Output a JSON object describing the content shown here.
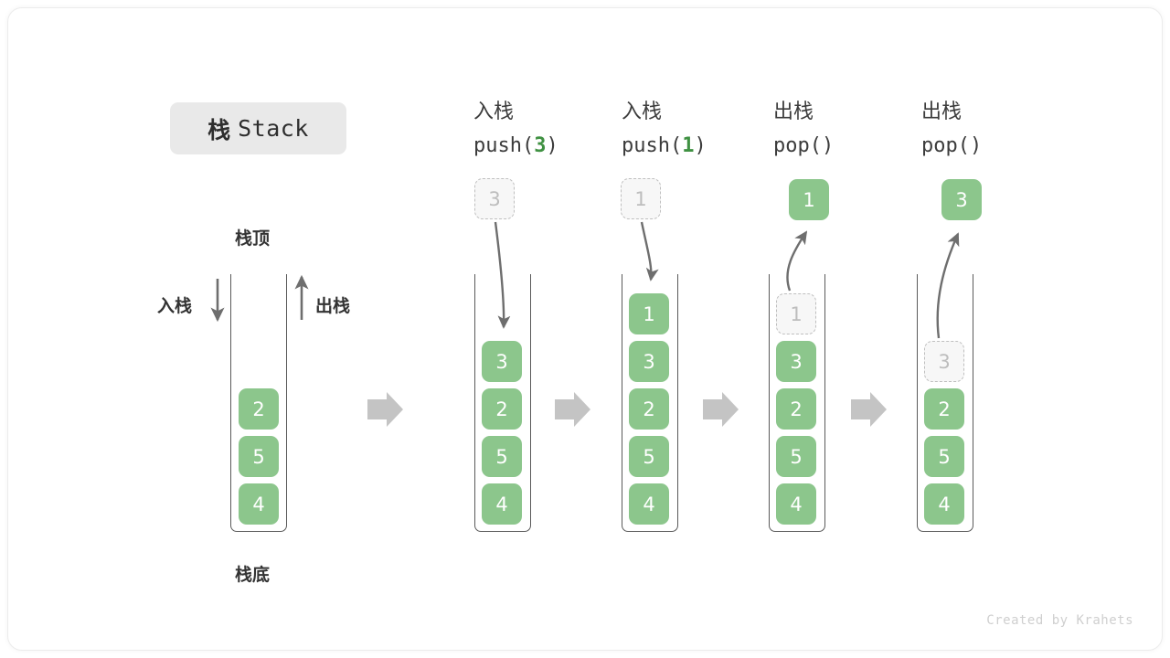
{
  "title": {
    "cn": "栈",
    "en": "Stack"
  },
  "labels": {
    "top": "栈顶",
    "bottom": "栈底",
    "push_side": "入栈",
    "pop_side": "出栈"
  },
  "watermark": "Created by Krahets",
  "colors": {
    "cell_fill": "#8cc68c",
    "cell_text": "#ffffff",
    "ghost_fill": "#f7f7f7",
    "ghost_border": "#bfbfbf",
    "ghost_text": "#bdbdbd",
    "accent_green": "#3f9142",
    "chip_bg": "#e9e9e9",
    "container_stroke": "#5a5a5a",
    "flow_arrow": "#c4c4c4",
    "curve_arrow": "#6e6e6e"
  },
  "columns": [
    {
      "id": "initial",
      "head_cn": "",
      "head_op": "",
      "head_arg": "",
      "stack": [
        "2",
        "5",
        "4"
      ],
      "external": null,
      "ghost": null
    },
    {
      "id": "push-3",
      "head_cn": "入栈",
      "head_op_pre": "push(",
      "head_arg": "3",
      "head_op_post": ")",
      "stack": [
        "3",
        "2",
        "5",
        "4"
      ],
      "external": {
        "value": "3",
        "state": "ghost"
      },
      "ghost": null
    },
    {
      "id": "push-1",
      "head_cn": "入栈",
      "head_op_pre": "push(",
      "head_arg": "1",
      "head_op_post": ")",
      "stack": [
        "1",
        "3",
        "2",
        "5",
        "4"
      ],
      "external": {
        "value": "1",
        "state": "ghost"
      },
      "ghost": null
    },
    {
      "id": "pop-1",
      "head_cn": "出栈",
      "head_op_pre": "pop(",
      "head_arg": "",
      "head_op_post": ")",
      "stack": [
        "1",
        "3",
        "2",
        "5",
        "4"
      ],
      "external": {
        "value": "1",
        "state": "filled"
      },
      "ghost": {
        "value": "1",
        "index": 0
      }
    },
    {
      "id": "pop-3",
      "head_cn": "出栈",
      "head_op_pre": "pop(",
      "head_arg": "",
      "head_op_post": ")",
      "stack": [
        "3",
        "2",
        "5",
        "4"
      ],
      "external": {
        "value": "3",
        "state": "filled"
      },
      "ghost": {
        "value": "3",
        "index": 0
      }
    }
  ],
  "cells": {
    "c0_2": "2",
    "c0_5": "5",
    "c0_4": "4",
    "c1_ext": "3",
    "c1_3": "3",
    "c1_2": "2",
    "c1_5": "5",
    "c1_4": "4",
    "c2_ext": "1",
    "c2_1": "1",
    "c2_3": "3",
    "c2_2": "2",
    "c2_5": "5",
    "c2_4": "4",
    "c3_ext": "1",
    "c3_g1": "1",
    "c3_3": "3",
    "c3_2": "2",
    "c3_5": "5",
    "c3_4": "4",
    "c4_ext": "3",
    "c4_g3": "3",
    "c4_2": "2",
    "c4_5": "5",
    "c4_4": "4"
  },
  "heads": {
    "h1_cn": "入栈",
    "h1_pre": "push(",
    "h1_arg": "3",
    "h1_post": ")",
    "h2_cn": "入栈",
    "h2_pre": "push(",
    "h2_arg": "1",
    "h2_post": ")",
    "h3_cn": "出栈",
    "h3_pre": "pop(",
    "h3_arg": "",
    "h3_post": ")",
    "h4_cn": "出栈",
    "h4_pre": "pop(",
    "h4_arg": "",
    "h4_post": ")"
  }
}
